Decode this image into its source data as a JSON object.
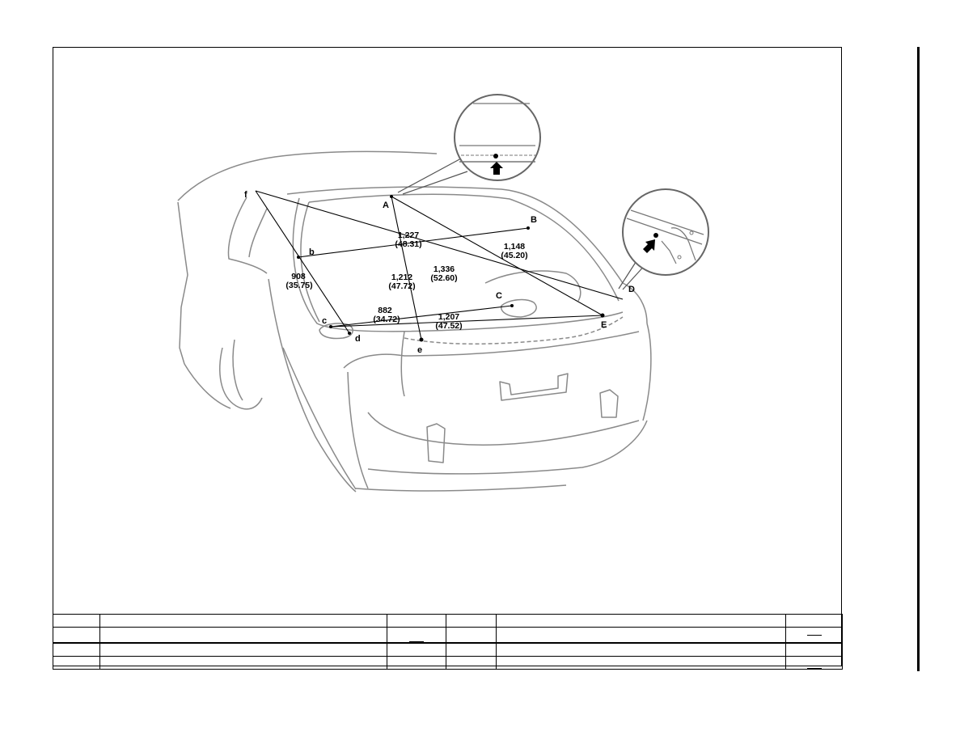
{
  "labels": {
    "A": "A",
    "B": "B",
    "C": "C",
    "D": "D",
    "E": "E",
    "b": "b",
    "c": "c",
    "d": "d",
    "e": "e",
    "f": "f"
  },
  "measurements": {
    "bB_mm": "1,227",
    "bB_in": "(48.31)",
    "AE_mm": "1,148",
    "AE_in": "(45.20)",
    "fD_mm": "1,336",
    "fD_in": "(52.60)",
    "Ae_mm": "1,212",
    "Ae_in": "(47.72)",
    "fd_mm": "908",
    "fd_in": "(35.75)",
    "cC_mm": "882",
    "cC_in": "(34.72)",
    "cE_mm": "1,207",
    "cE_in": "(47.52)"
  },
  "colors": {
    "line": "#000000",
    "body_outline": "#8a8a8a",
    "dot": "#000000"
  }
}
